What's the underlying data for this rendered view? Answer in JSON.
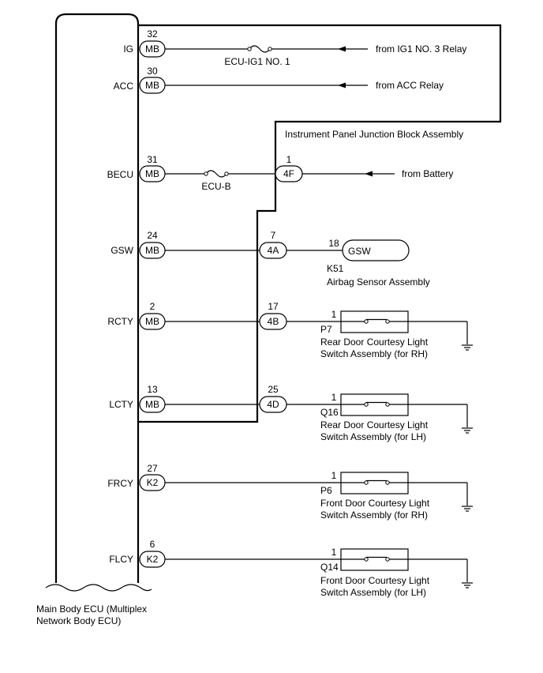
{
  "ecu": {
    "name_line1": "Main Body ECU (Multiplex",
    "name_line2": "Network Body ECU)"
  },
  "junction_block": {
    "name": "Instrument Panel Junction Block Assembly"
  },
  "terminals": [
    {
      "label": "IG",
      "pin": "32",
      "connector": "MB"
    },
    {
      "label": "ACC",
      "pin": "30",
      "connector": "MB"
    },
    {
      "label": "BECU",
      "pin": "31",
      "connector": "MB"
    },
    {
      "label": "GSW",
      "pin": "24",
      "connector": "MB"
    },
    {
      "label": "RCTY",
      "pin": "2",
      "connector": "MB"
    },
    {
      "label": "LCTY",
      "pin": "13",
      "connector": "MB"
    },
    {
      "label": "FRCY",
      "pin": "27",
      "connector": "K2"
    },
    {
      "label": "FLCY",
      "pin": "6",
      "connector": "K2"
    }
  ],
  "fuses": {
    "ig": "ECU-IG1 NO. 1",
    "becu": "ECU-B"
  },
  "sources": {
    "ig": "from IG1 NO. 3 Relay",
    "acc": "from ACC Relay",
    "battery": "from Battery"
  },
  "jb_connectors": [
    {
      "pin": "1",
      "connector": "4F"
    },
    {
      "pin": "7",
      "connector": "4A"
    },
    {
      "pin": "17",
      "connector": "4B"
    },
    {
      "pin": "25",
      "connector": "4D"
    }
  ],
  "airbag": {
    "pin": "18",
    "terminal": "GSW",
    "code": "K51",
    "name": "Airbag Sensor Assembly"
  },
  "switches": [
    {
      "pin": "1",
      "code": "P7",
      "line1": "Rear Door Courtesy Light",
      "line2": "Switch Assembly (for RH)"
    },
    {
      "pin": "1",
      "code": "Q16",
      "line1": "Rear Door Courtesy Light",
      "line2": "Switch Assembly (for LH)"
    },
    {
      "pin": "1",
      "code": "P6",
      "line1": "Front Door Courtesy Light",
      "line2": "Switch Assembly (for RH)"
    },
    {
      "pin": "1",
      "code": "Q14",
      "line1": "Front Door Courtesy Light",
      "line2": "Switch Assembly (for LH)"
    }
  ]
}
